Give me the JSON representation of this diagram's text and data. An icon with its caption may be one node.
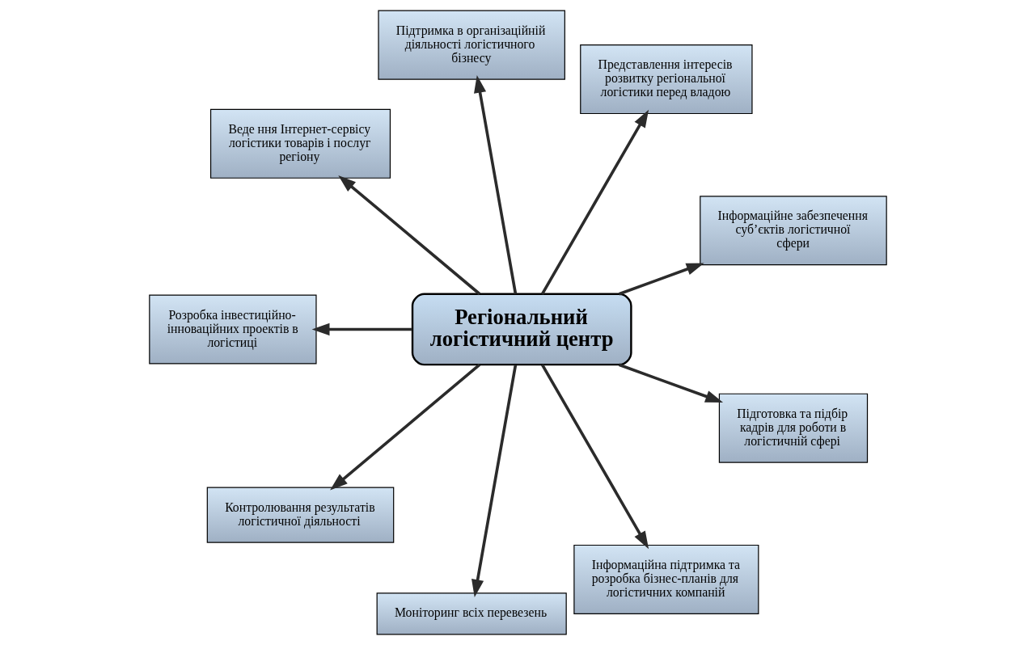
{
  "diagram": {
    "nodes": [
      {
        "text": [
          "Регіональний логістичний центр"
        ]
      },
      {
        "text": [
          "Інформаційне забезпечення суб’єктів логістичної сфери"
        ]
      },
      {
        "text": [
          "Представлення інтересів розвитку регіональної логістики перед владою"
        ]
      },
      {
        "text": [
          "Підтримка в організаційній діяльності логістичного бізнесу"
        ]
      },
      {
        "text": [
          "Веде ння Інтернет-сервісу логістики товарів і послуг регіону"
        ]
      },
      {
        "text": [
          "Розробка інвестиційно-інноваційних проектів в логістиці"
        ]
      },
      {
        "text": [
          "Контролювання результатів логістичної діяльності"
        ]
      },
      {
        "text": [
          "Моніторинг всіх перевезень"
        ]
      },
      {
        "text": [
          "Інформаційна підтримка та розробка бізнес-планів для логістичних компаній"
        ]
      },
      {
        "text": [
          "Підготовка та підбір кадрів для роботи в логістичній сфері"
        ]
      }
    ],
    "edges": [
      {
        "from": 0,
        "to": 1,
        "arrow": "to"
      },
      {
        "from": 0,
        "to": 2,
        "arrow": "to"
      },
      {
        "from": 0,
        "to": 3,
        "arrow": "to"
      },
      {
        "from": 0,
        "to": 4,
        "arrow": "to"
      },
      {
        "from": 0,
        "to": 5,
        "arrow": "to"
      },
      {
        "from": 0,
        "to": 6,
        "arrow": "to"
      },
      {
        "from": 0,
        "to": 7,
        "arrow": "to"
      },
      {
        "from": 0,
        "to": 8,
        "arrow": "to"
      },
      {
        "from": 0,
        "to": 9,
        "arrow": "to"
      }
    ]
  }
}
